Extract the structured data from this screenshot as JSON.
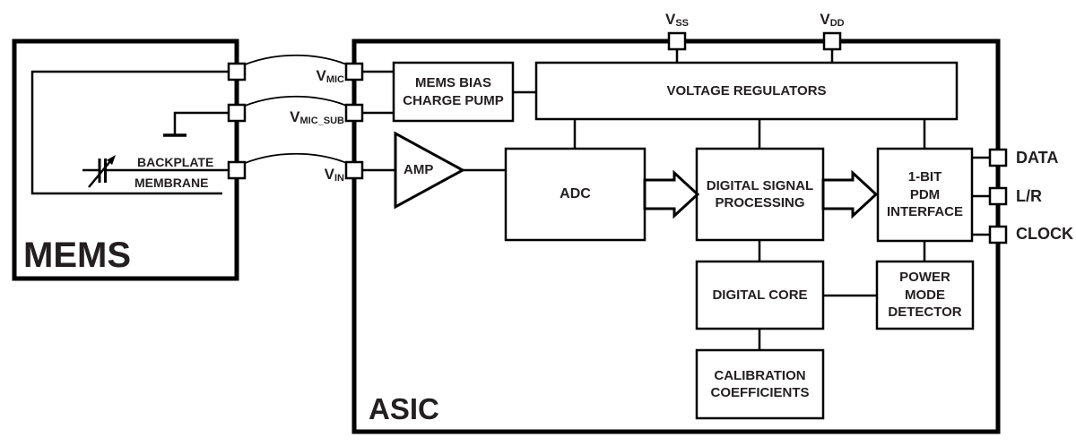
{
  "colors": {
    "line": "#000000",
    "text": "#231f20",
    "background": "#ffffff"
  },
  "mems": {
    "title": "MEMS",
    "labels": {
      "backplate": "BACKPLATE",
      "membrane": "MEMBRANE"
    }
  },
  "asic": {
    "title": "ASIC",
    "blocks": {
      "mems_bias": {
        "lines": [
          "MEMS BIAS",
          "CHARGE PUMP"
        ]
      },
      "voltage_regulators": {
        "lines": [
          "VOLTAGE REGULATORS"
        ]
      },
      "amp": {
        "label": "AMP"
      },
      "adc": {
        "lines": [
          "ADC"
        ]
      },
      "dsp": {
        "lines": [
          "DIGITAL SIGNAL",
          "PROCESSING"
        ]
      },
      "pdm": {
        "lines": [
          "1-BIT",
          "PDM",
          "INTERFACE"
        ]
      },
      "digital_core": {
        "lines": [
          "DIGITAL CORE"
        ]
      },
      "power_mode_detector": {
        "lines": [
          "POWER",
          "MODE",
          "DETECTOR"
        ]
      },
      "calibration": {
        "lines": [
          "CALIBRATION",
          "COEFFICIENTS"
        ]
      }
    }
  },
  "signals": {
    "vmic": {
      "base": "V",
      "sub": "MIC"
    },
    "vmic_sub": {
      "base": "V",
      "sub": "MIC_SUB"
    },
    "vin": {
      "base": "V",
      "sub": "IN"
    }
  },
  "pins": {
    "vss": {
      "base": "V",
      "sub": "SS"
    },
    "vdd": {
      "base": "V",
      "sub": "DD"
    },
    "data": "DATA",
    "lr": "L/R",
    "clock": "CLOCK"
  }
}
